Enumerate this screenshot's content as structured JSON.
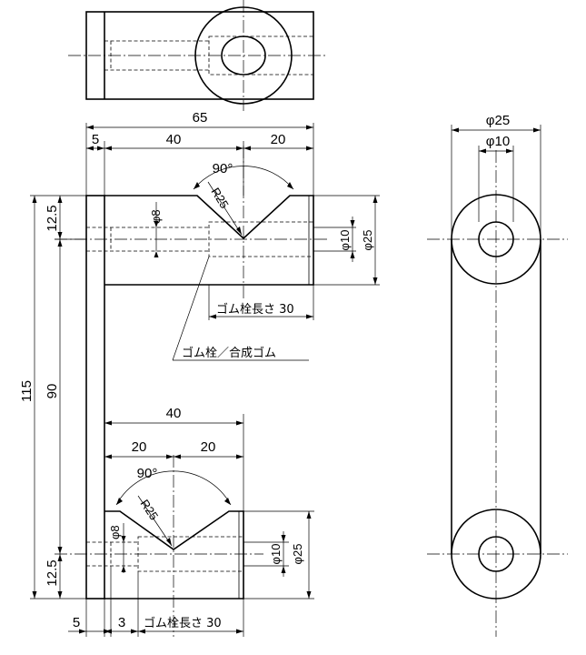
{
  "dimensions": {
    "total_width": "65",
    "left_wall": "5",
    "upper_block_length": "40",
    "upper_block_right": "20",
    "upper_top_margin": "12.5",
    "total_height": "115",
    "middle_height": "90",
    "lower_bottom_margin": "12.5",
    "hole_phi8_upper": "φ8",
    "hole_phi10_upper": "φ10",
    "outer_phi25_upper": "φ25",
    "angle_upper": "90°",
    "radius_upper": "R25",
    "rubber_length_upper": "ゴム栓長さ 30",
    "material_note": "ゴム栓／合成ゴム",
    "lower_block_length": "40",
    "lower_block_left": "20",
    "lower_block_right": "20",
    "angle_lower": "90°",
    "radius_lower": "R25",
    "hole_phi8_lower": "φ8",
    "hole_phi10_lower": "φ10",
    "outer_phi25_lower": "φ25",
    "bottom_wall": "5",
    "bottom_gap": "3",
    "rubber_length_lower": "ゴム栓長さ 30",
    "side_phi25": "φ25",
    "side_phi10": "φ10"
  }
}
